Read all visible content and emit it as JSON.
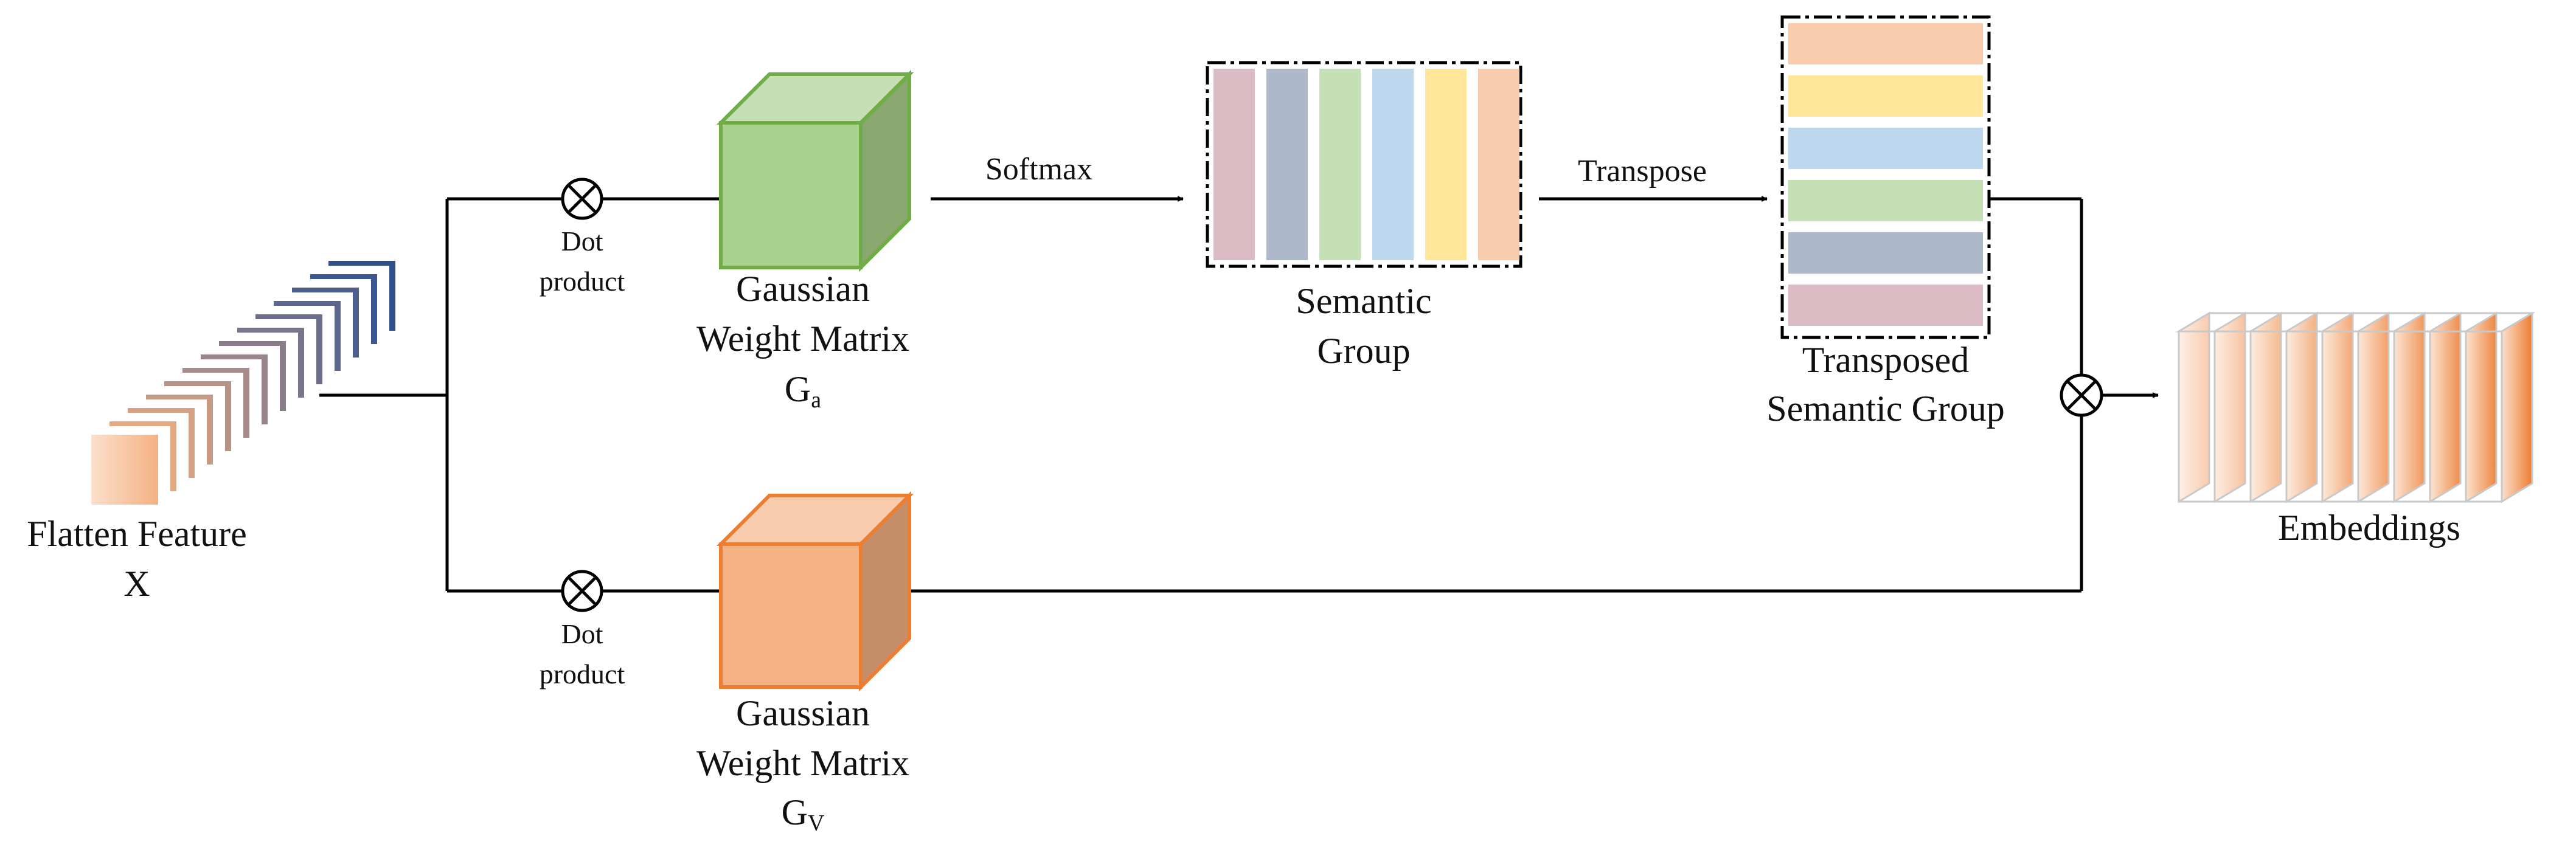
{
  "input": {
    "title": "Flatten Feature",
    "symbol": "X"
  },
  "top_branch": {
    "op_line1": "Dot",
    "op_line2": "product"
  },
  "bottom_branch": {
    "op_line1": "Dot",
    "op_line2": "product"
  },
  "matrix_a": {
    "line1": "Gaussian",
    "line2": "Weight Matrix",
    "symbol": "G",
    "subscript": "a"
  },
  "matrix_v": {
    "line1": "Gaussian",
    "line2": "Weight Matrix",
    "symbol": "G",
    "subscript": "V"
  },
  "softmax_label": "Softmax",
  "transpose_label": "Transpose",
  "semantic_group": {
    "line1": "Semantic",
    "line2": "Group"
  },
  "transposed_group": {
    "line1": "Transposed",
    "line2": "Semantic Group"
  },
  "output": {
    "label": "Embeddings"
  },
  "colors": {
    "green_front": "#a9d18e",
    "green_top": "#c5e0b4",
    "green_side": "#88a86f",
    "green_edge": "#70ad47",
    "orange_front": "#f4b183",
    "orange_top": "#f8cbad",
    "orange_side": "#c48e68",
    "orange_edge": "#ed7d31",
    "group_bars": [
      "#dbbcc5",
      "#adb9ca",
      "#c5e0b4",
      "#bdd7ee",
      "#ffe699",
      "#f8cbad"
    ],
    "transposed_bars": [
      "#f8cbad",
      "#ffe699",
      "#bdd7ee",
      "#c5e0b4",
      "#adb9ca",
      "#dbbcc5"
    ]
  }
}
